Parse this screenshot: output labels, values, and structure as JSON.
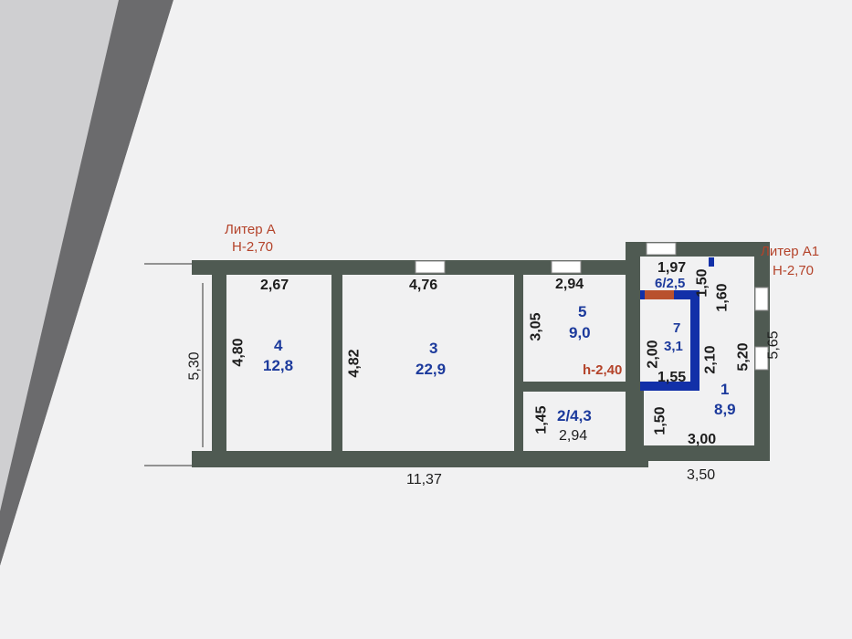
{
  "litera_a": {
    "name": "Литер А",
    "height": "Н-2,70"
  },
  "litera_a1": {
    "name": "Литер А1",
    "height": "Н-2,70"
  },
  "room5_height": "h-2,40",
  "rooms": [
    {
      "number": "4",
      "area": "12,8"
    },
    {
      "number": "3",
      "area": "22,9"
    },
    {
      "number": "5",
      "area": "9,0"
    },
    {
      "label": "2/4,3"
    },
    {
      "label": "6/2,5"
    },
    {
      "number": "7",
      "area": "3,1"
    },
    {
      "number": "1",
      "area": "8,9"
    }
  ],
  "dimensions": {
    "room4_width": "2,67",
    "room4_height": "4,80",
    "room3_width": "4,76",
    "room3_height": "4,82",
    "room5_width": "2,94",
    "room5_height": "3,05",
    "room2_width": "2,94",
    "room2_height": "1,45",
    "room6_width": "1,97",
    "room6_height": "1,50",
    "room6_side": "1,60",
    "room7_height": "2,00",
    "room7_width": "1,55",
    "room7_side": "2,10",
    "room1_side": "1,50",
    "room1_width": "3,00",
    "room1_height": "5,20",
    "a1_height": "5,65",
    "a1_width": "3,50",
    "total_width": "11,37",
    "total_height": "5,30"
  },
  "colors": {
    "wall": "#4f5a52",
    "partition": "#1230a8",
    "stair": "#b9512e",
    "paper": "#f1f1f2"
  }
}
